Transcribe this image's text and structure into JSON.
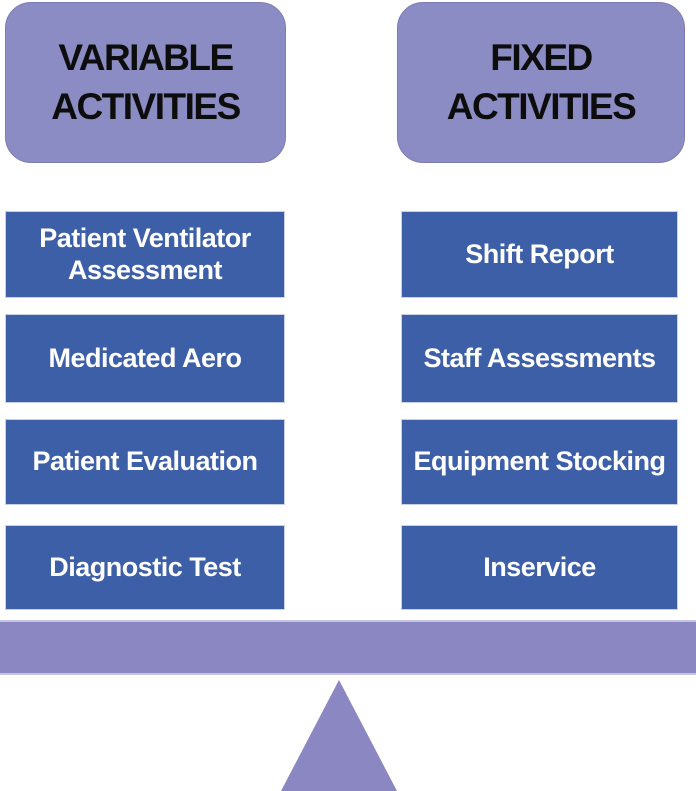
{
  "colors": {
    "header_purple": "#8C8CC4",
    "beam_purple": "#8A87C3",
    "box_blue": "#3D5FA7",
    "header_text": "#0D0D0D",
    "box_text": "#FFFFFF"
  },
  "diagram": {
    "left_column": {
      "header": "VARIABLE ACTIVITIES",
      "items": [
        "Patient Ventilator Assessment",
        "Medicated Aero",
        "Patient Evaluation",
        "Diagnostic Test"
      ]
    },
    "right_column": {
      "header": "FIXED ACTIVITIES",
      "items": [
        "Shift Report",
        "Staff Assessments",
        "Equipment Stocking",
        "Inservice"
      ]
    }
  }
}
